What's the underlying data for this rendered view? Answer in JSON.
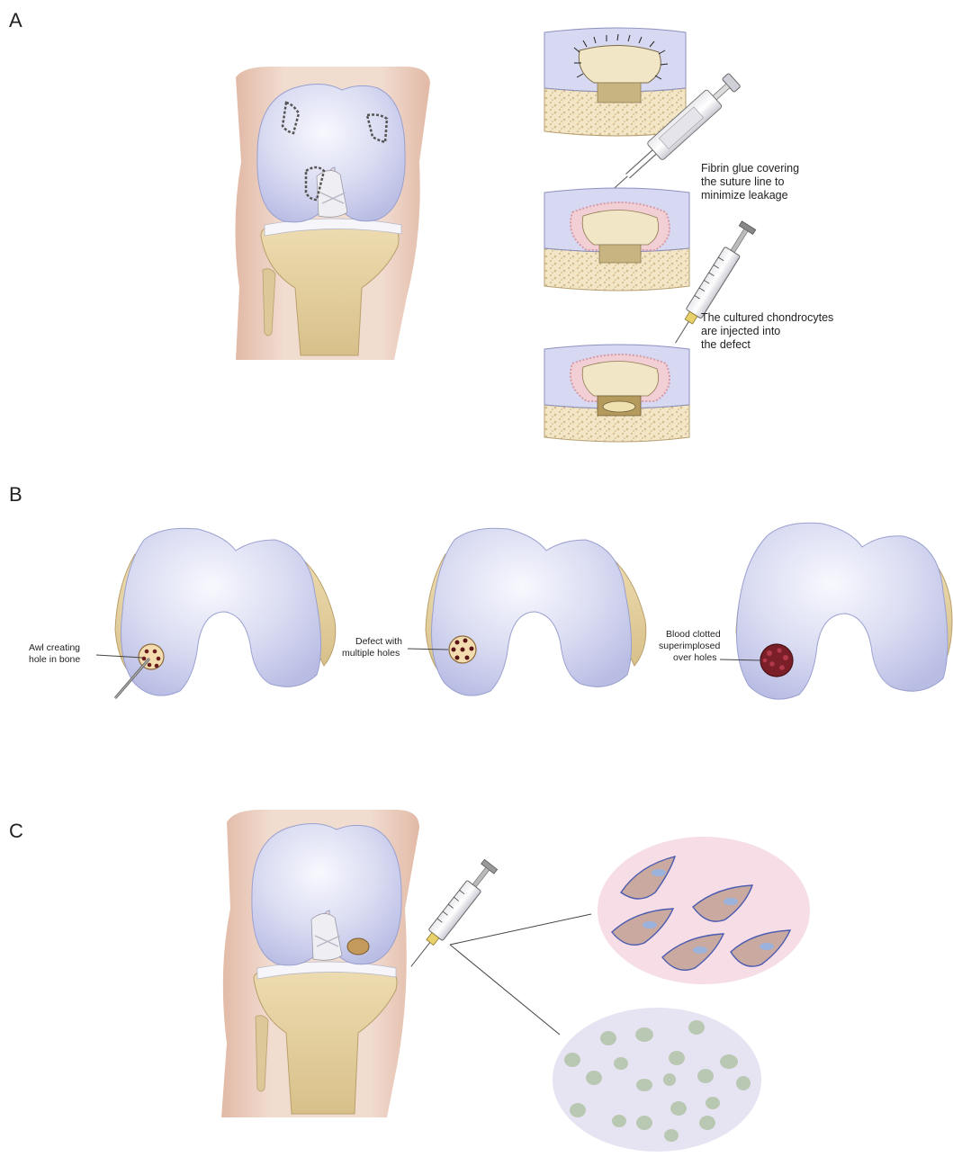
{
  "figure": {
    "panels": [
      {
        "letter": "A",
        "callouts": [
          {
            "lines": [
              "Fibrin glue covering",
              "the suture line to",
              "minimize leakage"
            ]
          },
          {
            "lines": [
              "The cultured chondrocytes",
              "are injected into",
              "the defect"
            ]
          }
        ]
      },
      {
        "letter": "B",
        "callouts": [
          {
            "lines": [
              "Awl creating",
              "hole in bone"
            ]
          },
          {
            "lines": [
              "Defect with",
              "multiple holes"
            ]
          },
          {
            "lines": [
              "Blood clotted",
              "superimplosed",
              "over holes"
            ]
          }
        ]
      },
      {
        "letter": "C",
        "callouts": []
      }
    ],
    "colors": {
      "cartilage": "#d4d6f0",
      "cartilage_highlight": "#f3f3fc",
      "bone": "#e6d3a3",
      "skin": "#ead1c2",
      "cell_bubble_pink": "#f6dde6",
      "cell_bubble_lavender": "#e4e2f1",
      "stem_cell": "#c9a79a",
      "chondrocyte": "#b7c4ae"
    }
  }
}
